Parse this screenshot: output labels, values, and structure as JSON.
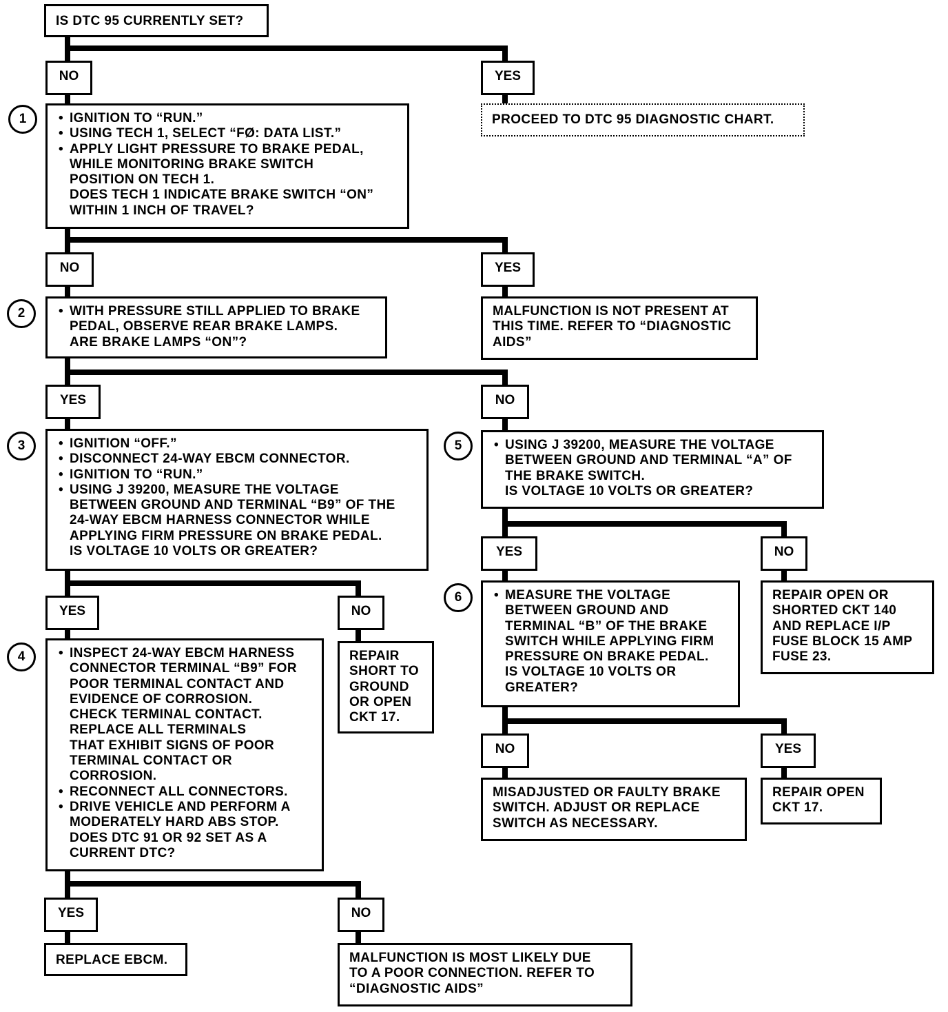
{
  "start": {
    "text": "IS DTC 95 CURRENTLY SET?"
  },
  "q1": {
    "no_label": "NO",
    "yes_label": "YES",
    "yes_result": "PROCEED TO DTC 95 DIAGNOSTIC CHART."
  },
  "step1": {
    "number": "1",
    "bullets": [
      "IGNITION TO “RUN.”",
      "USING TECH 1, SELECT “FØ: DATA LIST.”",
      [
        "APPLY LIGHT PRESSURE TO BRAKE PEDAL,",
        "WHILE MONITORING BRAKE SWITCH",
        "POSITION ON TECH 1."
      ]
    ],
    "question": [
      "DOES TECH 1 INDICATE BRAKE SWITCH “ON”",
      "WITHIN 1 INCH OF TRAVEL?"
    ],
    "no_label": "NO",
    "yes_label": "YES",
    "yes_result": [
      "MALFUNCTION IS NOT PRESENT AT",
      "THIS TIME. REFER TO “DIAGNOSTIC",
      "AIDS”"
    ]
  },
  "step2": {
    "number": "2",
    "bullets": [
      [
        "WITH PRESSURE STILL APPLIED TO BRAKE",
        "PEDAL, OBSERVE REAR BRAKE LAMPS."
      ]
    ],
    "question": [
      "ARE BRAKE LAMPS “ON”?"
    ],
    "yes_label": "YES",
    "no_label": "NO"
  },
  "step3": {
    "number": "3",
    "bullets": [
      "IGNITION “OFF.”",
      "DISCONNECT 24-WAY EBCM CONNECTOR.",
      "IGNITION TO “RUN.”",
      [
        "USING J 39200, MEASURE THE VOLTAGE",
        "BETWEEN GROUND AND TERMINAL “B9” OF THE",
        "24-WAY EBCM HARNESS CONNECTOR WHILE",
        "APPLYING FIRM PRESSURE ON BRAKE PEDAL."
      ]
    ],
    "question": [
      "IS VOLTAGE 10 VOLTS OR GREATER?"
    ],
    "yes_label": "YES",
    "no_label": "NO",
    "no_result": [
      "REPAIR",
      "SHORT TO",
      "GROUND",
      "OR OPEN",
      "CKT 17."
    ]
  },
  "step4": {
    "number": "4",
    "bullets": [
      [
        "INSPECT 24-WAY EBCM HARNESS",
        "CONNECTOR TERMINAL “B9” FOR",
        "POOR TERMINAL CONTACT AND",
        "EVIDENCE OF CORROSION.",
        "CHECK TERMINAL CONTACT.",
        "REPLACE ALL TERMINALS",
        "THAT EXHIBIT SIGNS OF POOR",
        "TERMINAL CONTACT OR",
        "CORROSION."
      ],
      "RECONNECT ALL CONNECTORS.",
      [
        "DRIVE VEHICLE AND PERFORM A",
        "MODERATELY HARD ABS STOP."
      ]
    ],
    "question": [
      "DOES DTC 91 OR 92 SET AS A",
      "CURRENT DTC?"
    ],
    "yes_label": "YES",
    "no_label": "NO",
    "yes_result": "REPLACE EBCM.",
    "no_result": [
      "MALFUNCTION IS MOST LIKELY DUE",
      "TO A POOR CONNECTION. REFER TO",
      "“DIAGNOSTIC AIDS”"
    ]
  },
  "step5": {
    "number": "5",
    "bullets": [
      [
        "USING J 39200, MEASURE THE VOLTAGE",
        "BETWEEN GROUND AND TERMINAL “A” OF",
        "THE BRAKE SWITCH."
      ]
    ],
    "question": [
      "IS VOLTAGE 10 VOLTS OR GREATER?"
    ],
    "yes_label": "YES",
    "no_label": "NO",
    "no_result": [
      "REPAIR OPEN OR",
      "SHORTED CKT 140",
      "AND REPLACE I/P",
      "FUSE BLOCK 15 AMP",
      "FUSE 23."
    ]
  },
  "step6": {
    "number": "6",
    "bullets": [
      [
        "MEASURE THE VOLTAGE",
        "BETWEEN GROUND AND",
        "TERMINAL “B” OF THE BRAKE",
        "SWITCH WHILE APPLYING FIRM",
        "PRESSURE ON BRAKE PEDAL."
      ]
    ],
    "question": [
      "IS VOLTAGE 10 VOLTS OR",
      "GREATER?"
    ],
    "no_label": "NO",
    "yes_label": "YES",
    "no_result": [
      "MISADJUSTED OR FAULTY BRAKE",
      "SWITCH. ADJUST OR REPLACE",
      "SWITCH AS NECESSARY."
    ],
    "yes_result": [
      "REPAIR OPEN",
      "CKT 17."
    ]
  }
}
